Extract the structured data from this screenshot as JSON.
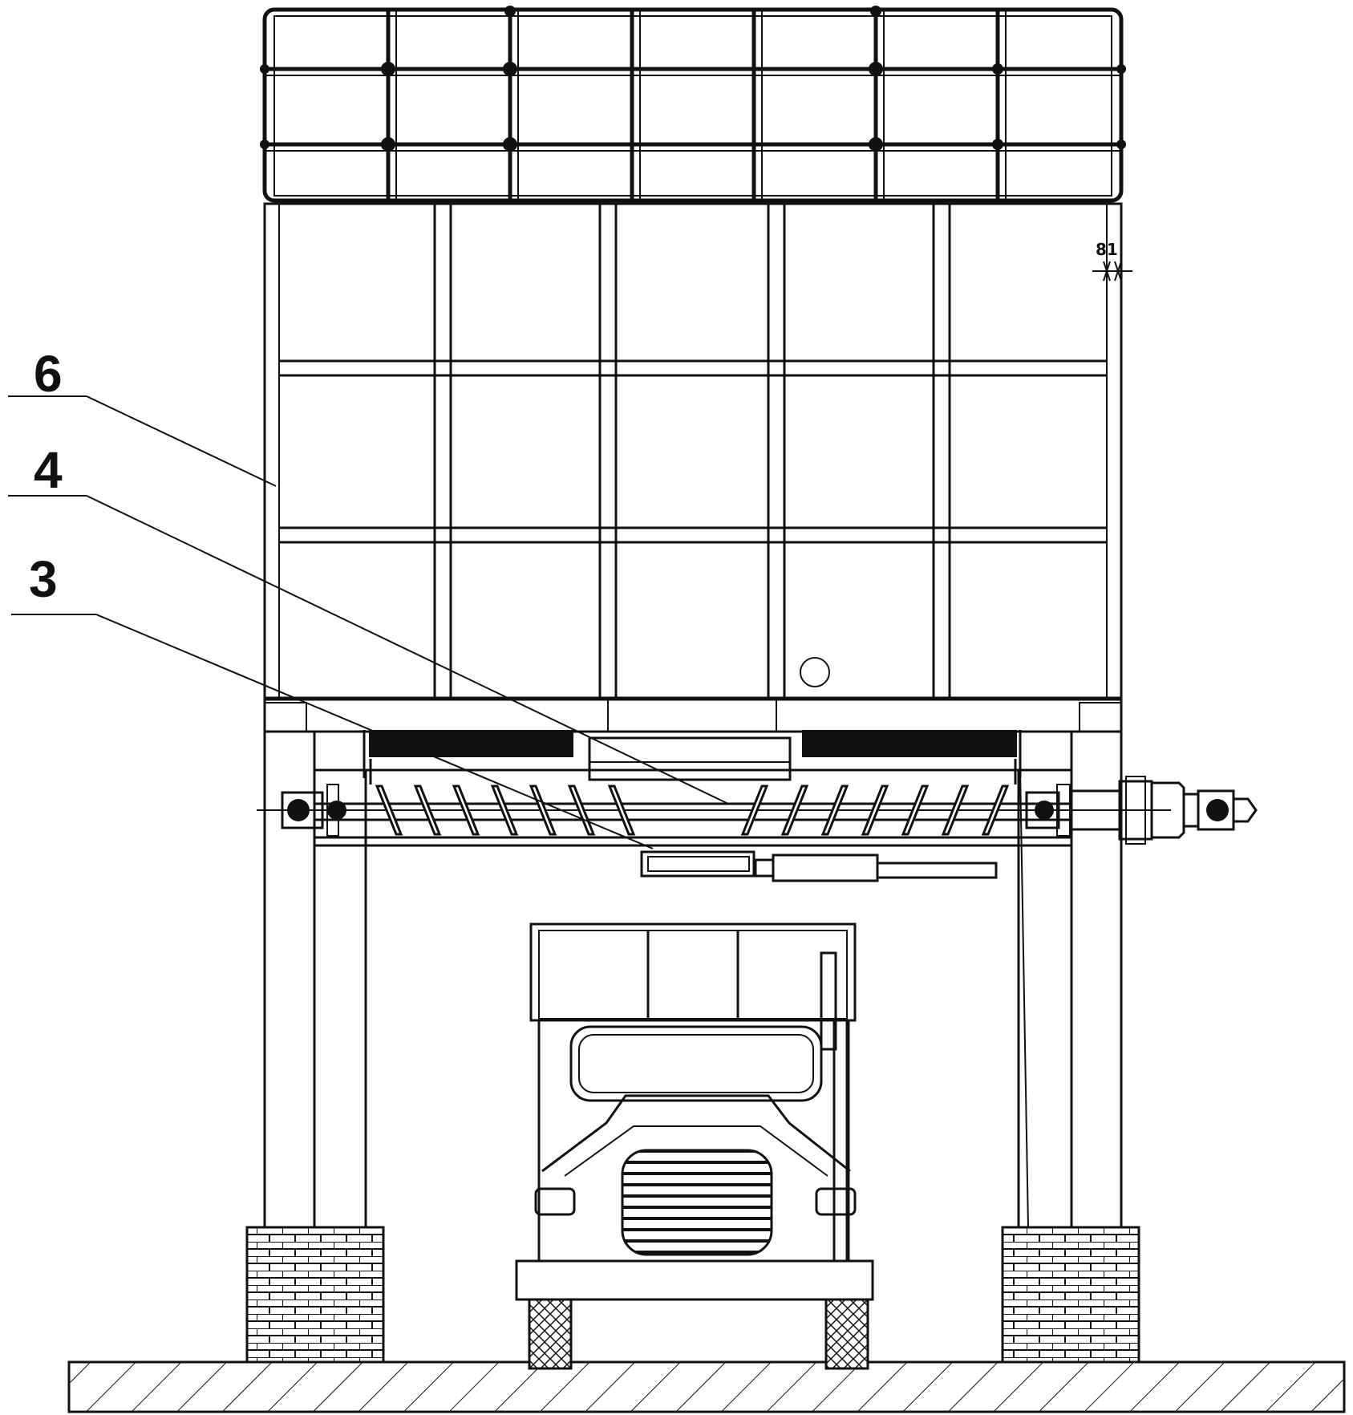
{
  "figure": {
    "callouts": [
      {
        "id": "6",
        "label": "6"
      },
      {
        "id": "4",
        "label": "4"
      },
      {
        "id": "3",
        "label": "3"
      }
    ],
    "small_mark": "81"
  }
}
